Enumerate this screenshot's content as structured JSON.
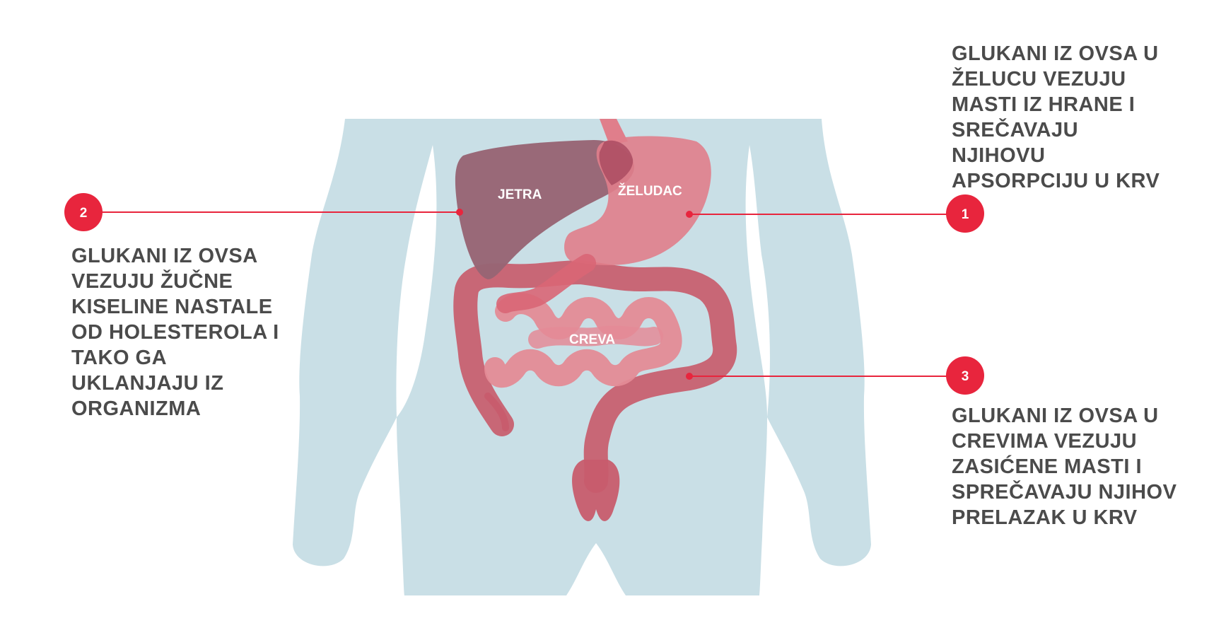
{
  "colors": {
    "body": "#c9dfe6",
    "liver": "#976574",
    "stomach": "#e07e8b",
    "small_intestine": "#e48b96",
    "colon": "#c85c6d",
    "accent_red": "#e8253d",
    "text": "#4b4b4b"
  },
  "organs": {
    "liver": "JETRA",
    "stomach": "ŽELUDAC",
    "intestine": "CREVA"
  },
  "callouts": [
    {
      "number": "1",
      "lines": [
        "GLUKANI IZ OVSA U",
        "ŽELUCU VEZUJU",
        "MASTI IZ HRANE I",
        "SREČAVAJU",
        "NJIHOVU",
        "APSORPCIJU U KRV"
      ]
    },
    {
      "number": "2",
      "lines": [
        "GLUKANI IZ OVSA",
        "VEZUJU ŽUČNE",
        "KISELINE NASTALE",
        "OD HOLESTEROLA I",
        "TAKO GA",
        "UKLANJAJU IZ",
        "ORGANIZMA"
      ]
    },
    {
      "number": "3",
      "lines": [
        "GLUKANI IZ OVSA U",
        "CREVIMA VEZUJU",
        "ZASIĆENE MASTI I",
        "SPREČAVAJU NJIHOV",
        "PRELAZAK U KRV"
      ]
    }
  ]
}
